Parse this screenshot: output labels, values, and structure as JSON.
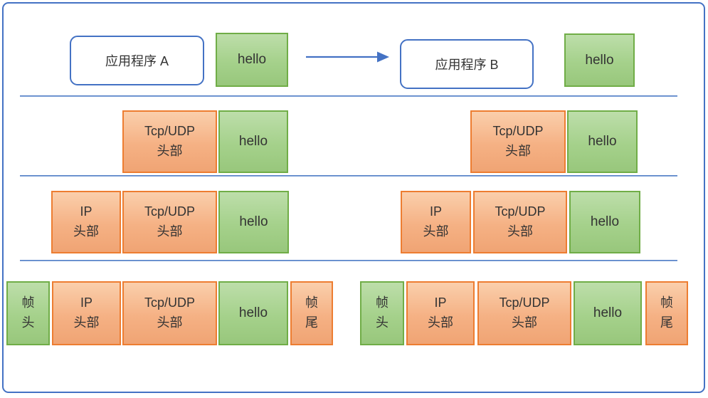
{
  "labels": {
    "app_a": "应用程序 A",
    "app_b": "应用程序 B",
    "hello": "hello",
    "tcp_udp": [
      "Tcp/UDP",
      "头部"
    ],
    "ip": [
      "IP",
      "头部"
    ],
    "frame_head": [
      "帧",
      "头"
    ],
    "frame_tail": [
      "帧",
      "尾"
    ]
  },
  "colors": {
    "line_blue": "#4472C4",
    "orange_border": "#ED7D31",
    "orange_fill": "#F5B184",
    "green_border": "#70AD47",
    "green_fill": "#A5D18B",
    "text": "#333333"
  }
}
